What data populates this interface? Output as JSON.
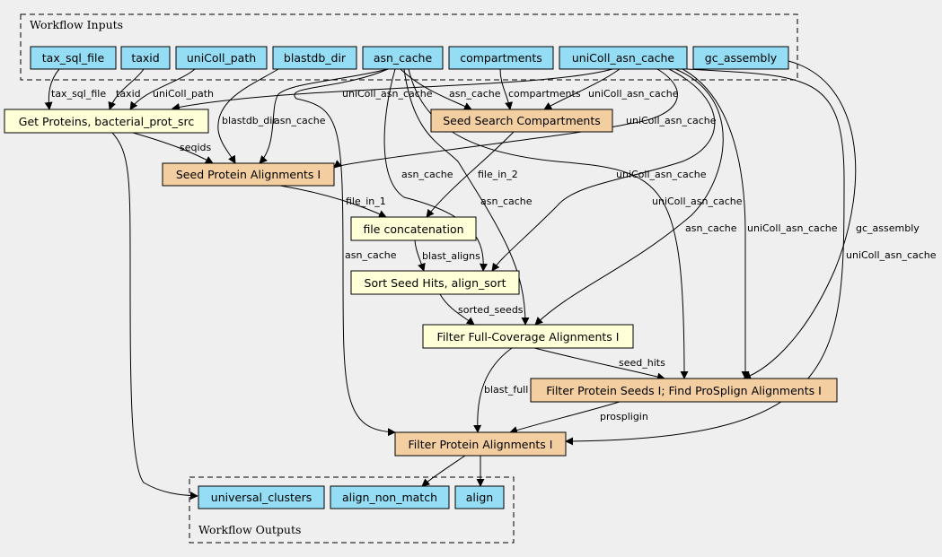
{
  "colors": {
    "background": "#efefef",
    "io_node": "#94ddf4",
    "step_node": "#ffffd8",
    "subworkflow_node": "#f3cea1"
  },
  "clusters": {
    "inputs": {
      "label": "Workflow Inputs"
    },
    "outputs": {
      "label": "Workflow Outputs"
    }
  },
  "nodes": [
    {
      "id": "tax_sql_file",
      "label": "tax_sql_file",
      "kind": "io"
    },
    {
      "id": "taxid",
      "label": "taxid",
      "kind": "io"
    },
    {
      "id": "uniColl_path",
      "label": "uniColl_path",
      "kind": "io"
    },
    {
      "id": "blastdb_dir",
      "label": "blastdb_dir",
      "kind": "io"
    },
    {
      "id": "asn_cache",
      "label": "asn_cache",
      "kind": "io"
    },
    {
      "id": "compartments",
      "label": "compartments",
      "kind": "io"
    },
    {
      "id": "uniColl_asn_cache",
      "label": "uniColl_asn_cache",
      "kind": "io"
    },
    {
      "id": "gc_assembly",
      "label": "gc_assembly",
      "kind": "io"
    },
    {
      "id": "get_proteins",
      "label": "Get Proteins, bacterial_prot_src",
      "kind": "step"
    },
    {
      "id": "seed_search",
      "label": "Seed Search Compartments",
      "kind": "subworkflow"
    },
    {
      "id": "seed_protein",
      "label": "Seed Protein Alignments I",
      "kind": "subworkflow"
    },
    {
      "id": "file_concat",
      "label": "file concatenation",
      "kind": "step"
    },
    {
      "id": "sort_seed",
      "label": "Sort Seed Hits, align_sort",
      "kind": "step"
    },
    {
      "id": "filter_full",
      "label": "Filter Full-Coverage Alignments I",
      "kind": "step"
    },
    {
      "id": "filter_seeds",
      "label": "Filter Protein Seeds I; Find ProSplign Alignments I",
      "kind": "subworkflow"
    },
    {
      "id": "filter_protein",
      "label": "Filter Protein Alignments I",
      "kind": "subworkflow"
    },
    {
      "id": "universal_clusters",
      "label": "universal_clusters",
      "kind": "io"
    },
    {
      "id": "align_non_match",
      "label": "align_non_match",
      "kind": "io"
    },
    {
      "id": "align",
      "label": "align",
      "kind": "io"
    }
  ],
  "edges": [
    {
      "id": "e1",
      "from": "tax_sql_file",
      "to": "get_proteins",
      "label": "tax_sql_file"
    },
    {
      "id": "e2",
      "from": "taxid",
      "to": "get_proteins",
      "label": "taxid"
    },
    {
      "id": "e3",
      "from": "uniColl_path",
      "to": "get_proteins",
      "label": "uniColl_path"
    },
    {
      "id": "e4",
      "from": "uniColl_asn_cache",
      "to": "get_proteins",
      "label": "uniColl_asn_cache"
    },
    {
      "id": "e5",
      "from": "asn_cache",
      "to": "seed_search",
      "label": "asn_cache"
    },
    {
      "id": "e6",
      "from": "compartments",
      "to": "seed_search",
      "label": "compartments"
    },
    {
      "id": "e7",
      "from": "uniColl_asn_cache",
      "to": "seed_search",
      "label": "uniColl_asn_cache"
    },
    {
      "id": "e8",
      "from": "uniColl_asn_cache",
      "to": "seed_protein",
      "label": "uniColl_asn_cache"
    },
    {
      "id": "e9",
      "from": "blastdb_dir",
      "to": "seed_protein",
      "label": "blastdb_dir"
    },
    {
      "id": "e10",
      "from": "asn_cache",
      "to": "seed_protein",
      "label": "asn_cache"
    },
    {
      "id": "e11",
      "from": "get_proteins",
      "to": "seed_protein",
      "label": "seqids"
    },
    {
      "id": "e12",
      "from": "seed_search",
      "to": "file_concat",
      "label": "file_in_2"
    },
    {
      "id": "e13",
      "from": "seed_protein",
      "to": "file_concat",
      "label": "file_in_1"
    },
    {
      "id": "e14",
      "from": "asn_cache",
      "to": "sort_seed",
      "label": "asn_cache"
    },
    {
      "id": "e15",
      "from": "uniColl_asn_cache",
      "to": "sort_seed",
      "label": "uniColl_asn_cache"
    },
    {
      "id": "e16",
      "from": "file_concat",
      "to": "sort_seed",
      "label": "blast_aligns"
    },
    {
      "id": "e17",
      "from": "asn_cache",
      "to": "filter_full",
      "label": "asn_cache"
    },
    {
      "id": "e18",
      "from": "uniColl_asn_cache",
      "to": "filter_full",
      "label": "uniColl_asn_cache"
    },
    {
      "id": "e19",
      "from": "sort_seed",
      "to": "filter_full",
      "label": "sorted_seeds"
    },
    {
      "id": "e20",
      "from": "asn_cache",
      "to": "filter_seeds",
      "label": "asn_cache"
    },
    {
      "id": "e21",
      "from": "uniColl_asn_cache",
      "to": "filter_seeds",
      "label": "uniColl_asn_cache"
    },
    {
      "id": "e22",
      "from": "gc_assembly",
      "to": "filter_seeds",
      "label": "gc_assembly"
    },
    {
      "id": "e23",
      "from": "filter_full",
      "to": "filter_seeds",
      "label": "seed_hits"
    },
    {
      "id": "e24",
      "from": "asn_cache",
      "to": "filter_protein",
      "label": "asn_cache"
    },
    {
      "id": "e25",
      "from": "uniColl_asn_cache",
      "to": "filter_protein",
      "label": "uniColl_asn_cache"
    },
    {
      "id": "e26",
      "from": "filter_full",
      "to": "filter_protein",
      "label": "blast_full"
    },
    {
      "id": "e27",
      "from": "filter_seeds",
      "to": "filter_protein",
      "label": "prospligin"
    },
    {
      "id": "e28",
      "from": "get_proteins",
      "to": "universal_clusters",
      "label": ""
    },
    {
      "id": "e29",
      "from": "filter_protein",
      "to": "align_non_match",
      "label": ""
    },
    {
      "id": "e30",
      "from": "filter_protein",
      "to": "align",
      "label": ""
    }
  ]
}
